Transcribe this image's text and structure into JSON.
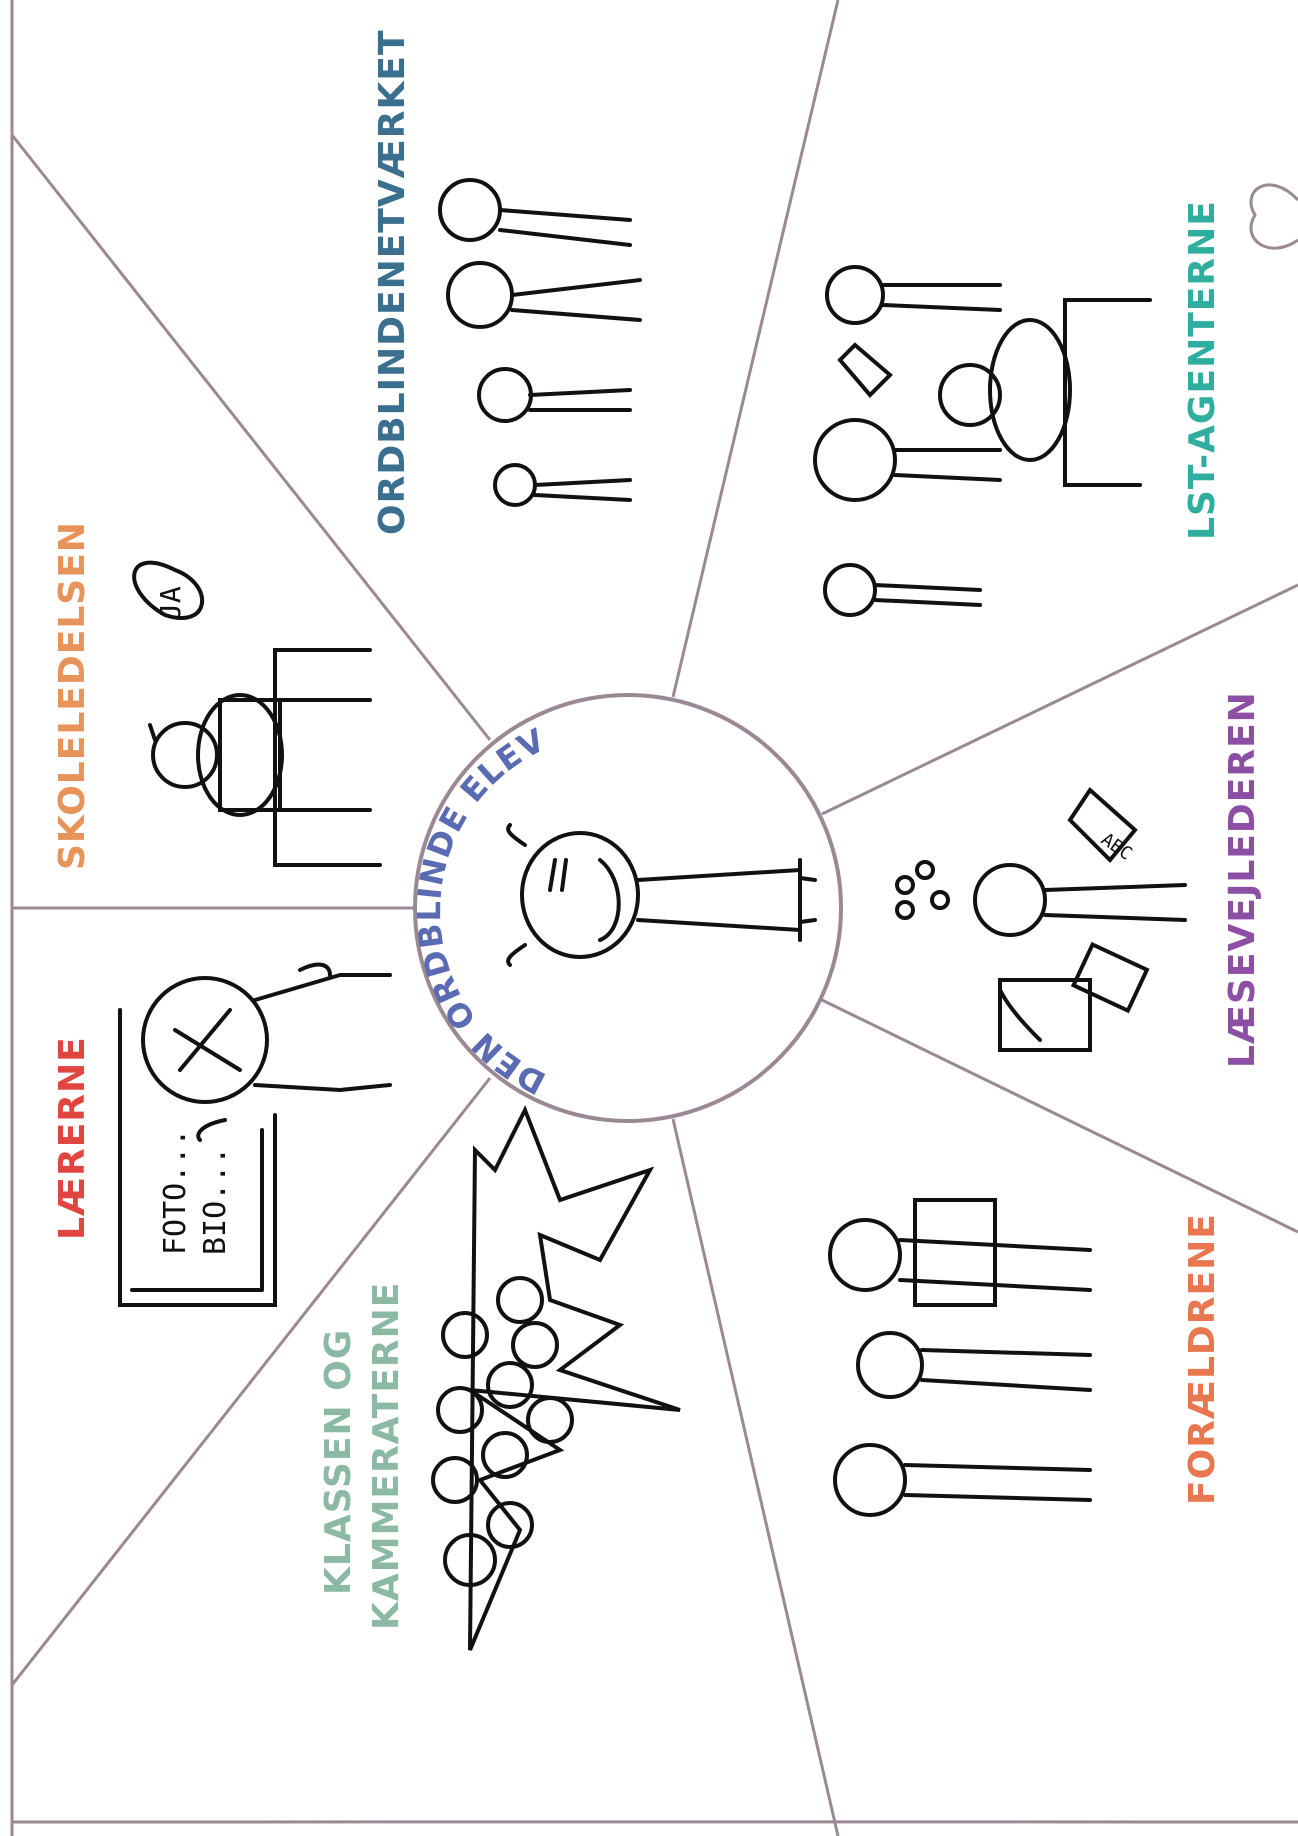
{
  "center": {
    "title": "DEN ORDBLINDE ELEV",
    "color": "#5b6bb3"
  },
  "segments": [
    {
      "id": "laererne",
      "lines": [
        "LÆRERNE"
      ],
      "color": "#e0463f",
      "drawing": "teacher-at-board"
    },
    {
      "id": "skoleledelsen",
      "lines": [
        "SKOLELEDELSEN"
      ],
      "color": "#e8935a",
      "drawing": "leader-at-desk"
    },
    {
      "id": "ordblindenetvaerket",
      "lines": [
        "ORDBLINDENETVÆRKET"
      ],
      "color": "#3a6f8f",
      "drawing": "group-of-four"
    },
    {
      "id": "lst-agenterne",
      "lines": [
        "LST-AGENTERNE"
      ],
      "color": "#2fae9f",
      "drawing": "agents-at-table"
    },
    {
      "id": "laesevejlederen",
      "lines": [
        "LÆSEVEJLEDEREN"
      ],
      "color": "#8c4fa3",
      "drawing": "juggling-tools"
    },
    {
      "id": "foraeldrene",
      "lines": [
        "FORÆLDRENE"
      ],
      "color": "#e8764f",
      "drawing": "family-of-three"
    },
    {
      "id": "klassen",
      "lines": [
        "KLASSEN OG",
        "KAMMERATERNE"
      ],
      "color": "#8bb9a3",
      "drawing": "class-burst"
    }
  ],
  "board_text": [
    "FOTO...",
    "BIO..."
  ],
  "speech_text": "JA",
  "tablet_text": "ABC",
  "line_color": "#9a8894"
}
